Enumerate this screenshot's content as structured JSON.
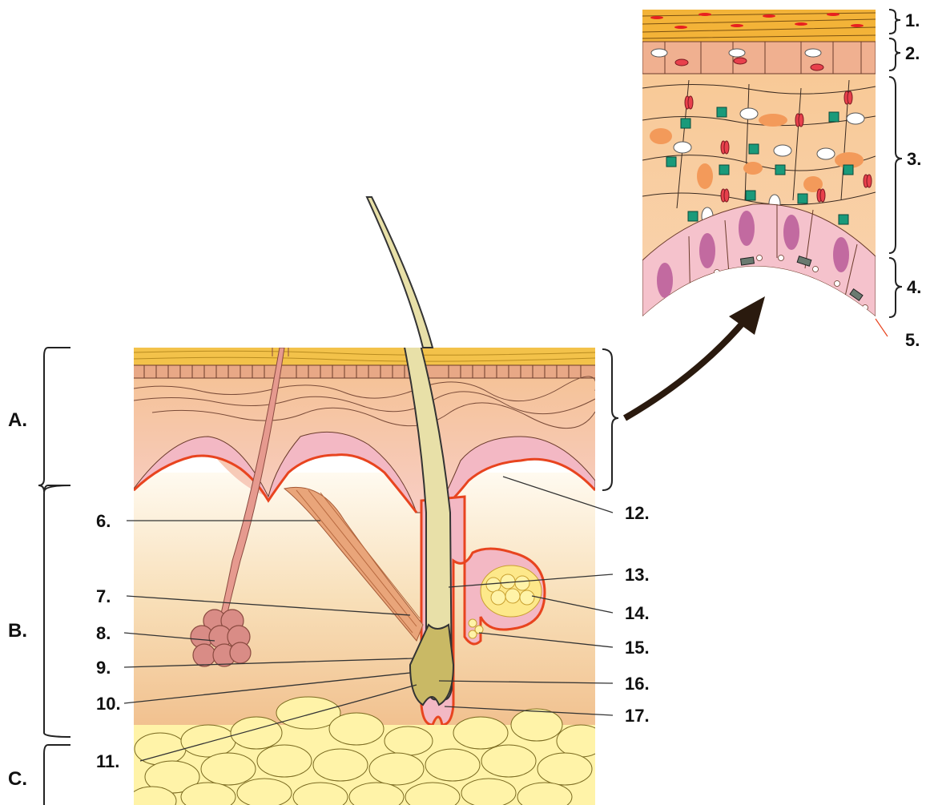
{
  "layer_labels": [
    "A.",
    "B.",
    "C."
  ],
  "structure_labels": [
    "6.",
    "7.",
    "8.",
    "9.",
    "10.",
    "11.",
    "12.",
    "13.",
    "14.",
    "15.",
    "16.",
    "17."
  ],
  "inset_labels": [
    "1.",
    "2.",
    "3.",
    "4.",
    "5."
  ],
  "colors": {
    "stratum_corneum": "#f3c24a",
    "epidermis": "#f7c79a",
    "basal_cells": "#f3b8c4",
    "basement_membrane": "#e8441f",
    "dermis": "#f6d7ab",
    "hypodermis_fat": "#fff3a8",
    "hair": "#e8e0a8",
    "sweat_gland": "#d98c86",
    "arrow": "#2a1a0e"
  },
  "icons": [
    "curved-arrow-icon",
    "brace-icon"
  ]
}
